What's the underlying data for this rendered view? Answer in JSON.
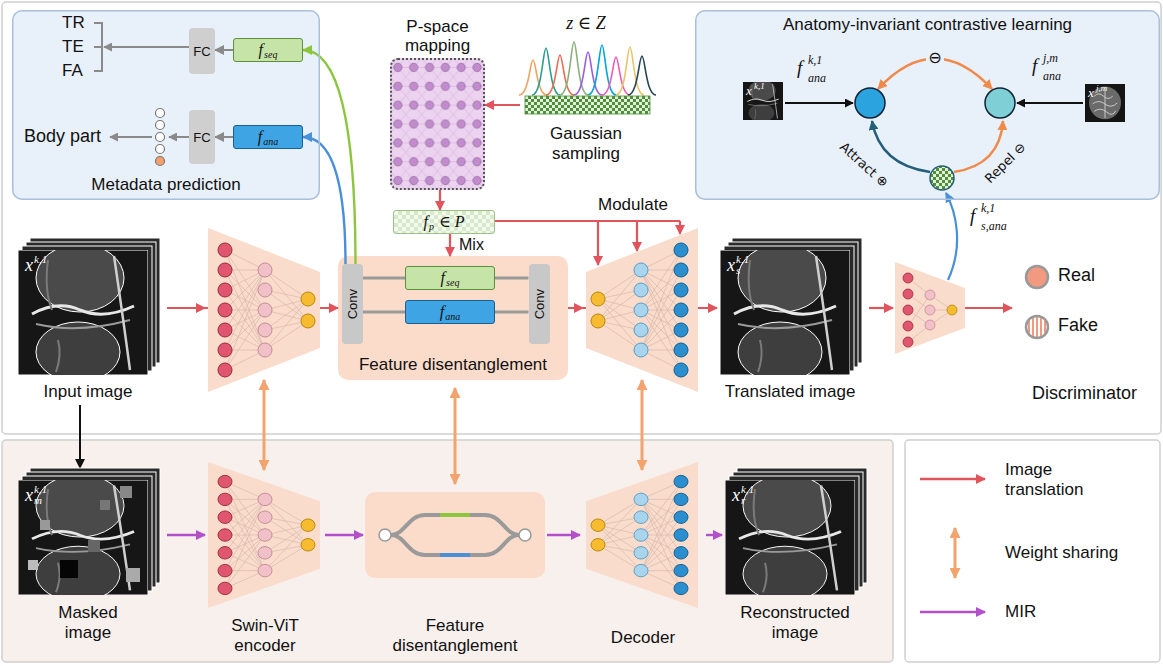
{
  "diagram": {
    "nodes": [
      {
        "text": [
          "Metadata prediction"
        ]
      },
      {
        "text": [
          "FC"
        ],
        "in": 0
      },
      {
        "text": [
          "f",
          "seq"
        ],
        "in": 0
      },
      {
        "text": [
          "FC"
        ],
        "in": 0
      },
      {
        "text": [
          "f",
          "ana"
        ],
        "in": 0
      },
      {
        "text": [
          "P-space mapping"
        ]
      },
      {
        "text": [
          "z ∈ Z",
          "Gaussian sampling"
        ]
      },
      {
        "text": [
          "Anatomy-invariant contrastive learning"
        ]
      },
      {
        "text": [
          "f",
          "p",
          "∈ P"
        ]
      },
      {
        "text": [
          "x",
          "k,1",
          "Input image"
        ]
      },
      {
        "text": [
          "Feature disentanglement"
        ]
      },
      {
        "text": [
          "Conv"
        ],
        "in": 10
      },
      {
        "text": [
          "f",
          "seq"
        ],
        "in": 10
      },
      {
        "text": [
          "f",
          "ana"
        ],
        "in": 10
      },
      {
        "text": [
          "Conv"
        ],
        "in": 10
      },
      {
        "text": [
          "x",
          "k,1",
          "s",
          "Translated image"
        ]
      },
      {
        "text": [
          "x",
          "k,1",
          "m",
          "Masked image"
        ]
      },
      {
        "text": [
          "Swin-ViT encoder"
        ]
      },
      {
        "text": [
          "Feature disentanglement"
        ]
      },
      {
        "text": [
          "Decoder"
        ]
      },
      {
        "text": [
          "x",
          "k,1",
          "r",
          "Reconstructed image"
        ]
      }
    ],
    "edges": [
      {
        "from": 2,
        "to": 1,
        "arrow": "to"
      },
      {
        "from": 4,
        "to": 3,
        "arrow": "to"
      },
      {
        "from": 6,
        "to": 5,
        "arrow": "to"
      },
      {
        "from": 5,
        "to": 8,
        "arrow": "to"
      },
      {
        "from": 8,
        "to": 10,
        "arrow": "to",
        "label": "Mix"
      },
      {
        "from": 11,
        "to": 2,
        "arrow": "to"
      },
      {
        "from": 11,
        "to": 4,
        "arrow": "to"
      },
      {
        "from": 9,
        "to": 10,
        "arrow": "to"
      },
      {
        "from": 11,
        "to": 12,
        "arrow": "none"
      },
      {
        "from": 11,
        "to": 13,
        "arrow": "none"
      },
      {
        "from": 12,
        "to": 14,
        "arrow": "none"
      },
      {
        "from": 13,
        "to": 14,
        "arrow": "none"
      },
      {
        "from": 10,
        "to": 15,
        "arrow": "to"
      },
      {
        "from": 9,
        "to": 16,
        "arrow": "to"
      },
      {
        "from": 16,
        "to": 17,
        "arrow": "to"
      },
      {
        "from": 17,
        "to": 18,
        "arrow": "to"
      },
      {
        "from": 18,
        "to": 19,
        "arrow": "to"
      },
      {
        "from": 19,
        "to": 20,
        "arrow": "to"
      }
    ],
    "labels": [
      "TR",
      "TE",
      "FA",
      "Body part",
      "Modulate",
      "x",
      "k,1",
      "f",
      "k,1",
      "ana",
      "⊖",
      "f",
      "j,m",
      "ana",
      "x",
      "j,m",
      "Attract ⊕",
      "Repel ⊖",
      "f",
      "k,1",
      "s,ana",
      "Real",
      "Fake",
      "Discriminator"
    ],
    "legend": [
      {
        "text": "Image translation"
      },
      {
        "text": "Weight sharing"
      },
      {
        "text": "MIR"
      }
    ]
  }
}
